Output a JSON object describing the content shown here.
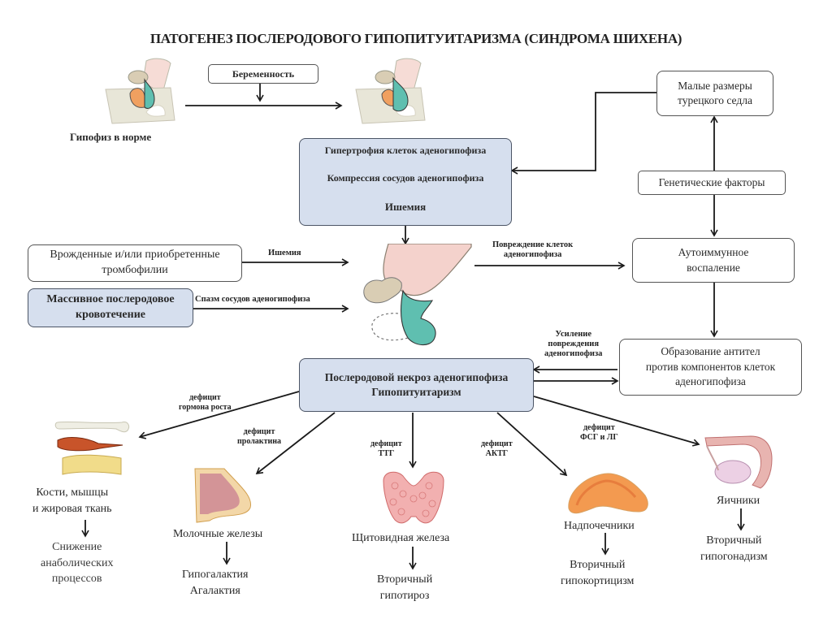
{
  "title": "ПАТОГЕНЕЗ ПОСЛЕРОДОВОГО ГИПОПИТУИТАРИЗМА (СИНДРОМА ШИХЕНА)",
  "top": {
    "normal_pituitary_caption": "Гипофиз в норме",
    "pregnancy_box": "Беременность"
  },
  "central_chain": {
    "step1": "Гипертрофия клеток аденогипофиза",
    "step2": "Компрессия сосудов аденогипофиза",
    "step3": "Ишемия"
  },
  "right_column": {
    "small_sella": [
      "Малые размеры",
      "турецкого седла"
    ],
    "genetic": "Генетические факторы",
    "autoimmune": [
      "Аутоиммунное",
      "воспаление"
    ],
    "antibodies": [
      "Образование антител",
      "против компонентов клеток",
      "аденогипофиза"
    ]
  },
  "left_causes": {
    "thrombophilia": [
      "Врожденные и/или приобретенные",
      "тромбофилии"
    ],
    "hemorrhage": [
      "Массивное послеродовое",
      "кровотечение"
    ]
  },
  "arrow_labels": {
    "ischemia": "Ишемия",
    "spasm": "Спазм сосудов аденогипофиза",
    "cell_damage": [
      "Повреждение клеток",
      "аденогипофиза"
    ],
    "damage_amplification": [
      "Усиление",
      "повреждения",
      "аденогипофиза"
    ],
    "gh_deficit": [
      "дефицит",
      "гормона роста"
    ],
    "prl_deficit": [
      "дефицит",
      "пролактина"
    ],
    "tsh_deficit": [
      "дефицит",
      "ТТГ"
    ],
    "acth_deficit": [
      "дефицит",
      "АКТГ"
    ],
    "fsh_lh_deficit": [
      "дефицит",
      "ФСГ и ЛГ"
    ]
  },
  "necrosis_box": [
    "Послеродовой некроз аденогипофиза",
    "Гипопитуитаризм"
  ],
  "targets": [
    {
      "organ": [
        "Кости, мышцы",
        "и жировая ткань"
      ],
      "icon": "bone-muscle-fat-icon",
      "outcome": [
        "Снижение",
        "анаболических",
        "процессов"
      ]
    },
    {
      "organ": [
        "Молочные железы"
      ],
      "icon": "mammary-gland-icon",
      "outcome": [
        "Гипогалактия",
        "Агалактия"
      ]
    },
    {
      "organ": [
        "Щитовидная железа"
      ],
      "icon": "thyroid-icon",
      "outcome": [
        "Вторичный",
        "гипотироз"
      ]
    },
    {
      "organ": [
        "Надпочечники"
      ],
      "icon": "adrenal-icon",
      "outcome": [
        "Вторичный",
        "гипокортицизм"
      ]
    },
    {
      "organ": [
        "Яичники"
      ],
      "icon": "ovary-icon",
      "outcome": [
        "Вторичный",
        "гипогонадизм"
      ]
    }
  ],
  "colors": {
    "highlight_box": "#d6dfee",
    "adenohypophysis": "#5fbfb0",
    "neurohypophysis": "#d9cdb4",
    "sella": "#e8e6d8"
  }
}
